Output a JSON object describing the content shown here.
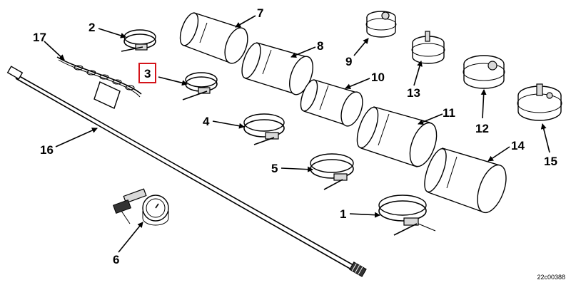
{
  "figure_id": "22c00388",
  "highlight_color": "#d4141a",
  "callouts": [
    {
      "label": "1",
      "highlighted": false
    },
    {
      "label": "2",
      "highlighted": false
    },
    {
      "label": "3",
      "highlighted": true
    },
    {
      "label": "4",
      "highlighted": false
    },
    {
      "label": "5",
      "highlighted": false
    },
    {
      "label": "6",
      "highlighted": false
    },
    {
      "label": "7",
      "highlighted": false
    },
    {
      "label": "8",
      "highlighted": false
    },
    {
      "label": "9",
      "highlighted": false
    },
    {
      "label": "10",
      "highlighted": false
    },
    {
      "label": "11",
      "highlighted": false
    },
    {
      "label": "12",
      "highlighted": false
    },
    {
      "label": "13",
      "highlighted": false
    },
    {
      "label": "14",
      "highlighted": false
    },
    {
      "label": "15",
      "highlighted": false
    },
    {
      "label": "16",
      "highlighted": false
    },
    {
      "label": "17",
      "highlighted": false
    }
  ]
}
